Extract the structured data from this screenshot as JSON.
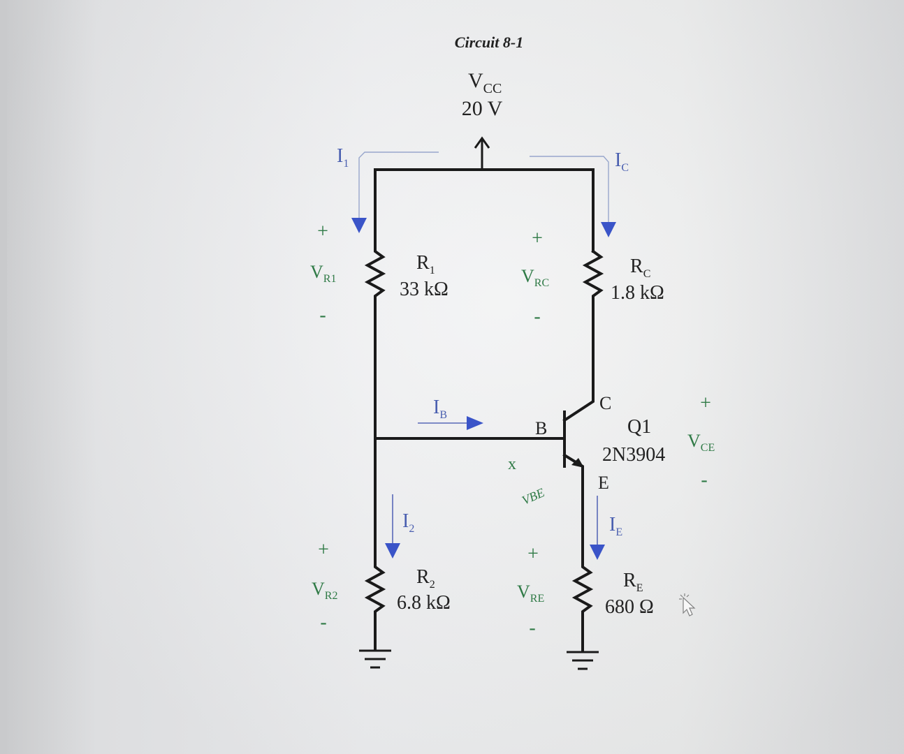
{
  "title": "Circuit 8-1",
  "supply": {
    "name": "V",
    "sub": "CC",
    "value": "20 V"
  },
  "r1": {
    "name": "R",
    "sub": "1",
    "value": "33 kΩ"
  },
  "r2": {
    "name": "R",
    "sub": "2",
    "value": "6.8 kΩ"
  },
  "rc": {
    "name": "R",
    "sub": "C",
    "value": "1.8 kΩ"
  },
  "re": {
    "name": "R",
    "sub": "E",
    "value": "680 Ω"
  },
  "transistor": {
    "name": "Q1",
    "part": "2N3904",
    "collector": "C",
    "base": "B",
    "emitter": "E"
  },
  "currents": {
    "i1": {
      "name": "I",
      "sub": "1"
    },
    "i2": {
      "name": "I",
      "sub": "2"
    },
    "ib": {
      "name": "I",
      "sub": "B"
    },
    "ic": {
      "name": "I",
      "sub": "C"
    },
    "ie": {
      "name": "I",
      "sub": "E"
    }
  },
  "voltages": {
    "vr1": {
      "name": "V",
      "sub": "R1",
      "plus": "+",
      "minus": "-"
    },
    "vr2": {
      "name": "V",
      "sub": "R2",
      "plus": "+",
      "minus": "-"
    },
    "vrc": {
      "name": "V",
      "sub": "RC",
      "plus": "+",
      "minus": "-"
    },
    "vre": {
      "name": "V",
      "sub": "RE",
      "plus": "+",
      "minus": "-"
    },
    "vce": {
      "name": "V",
      "sub": "CE",
      "plus": "+",
      "minus": "-"
    },
    "vbe": {
      "text": "VBE",
      "mark": "x"
    }
  },
  "colors": {
    "current": "#4a5fb0",
    "voltage": "#2f7a46",
    "wire": "#1a1a1a"
  }
}
